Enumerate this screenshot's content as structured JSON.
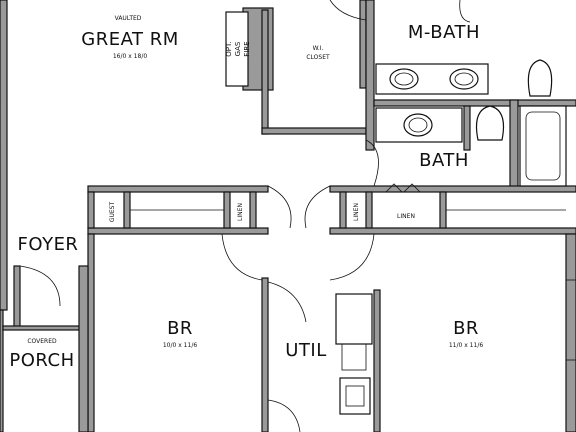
{
  "colors": {
    "wall_fill": "#9a9a9a",
    "line": "#111111",
    "background": "#ffffff"
  },
  "rooms": {
    "great_room": {
      "note": "VAULTED",
      "name": "GREAT RM",
      "size": "16/0 x 18/0"
    },
    "fireplace": {
      "line1": "OPT.",
      "line2": "GAS",
      "line3": "FIRE"
    },
    "walk_in_closet": {
      "line1": "W.I.",
      "line2": "CLOSET"
    },
    "master_bath": {
      "name": "M-BATH"
    },
    "bath": {
      "name": "BATH"
    },
    "guest_closet": {
      "name": "GUEST"
    },
    "linen_left": {
      "name": "LINEN"
    },
    "linen_right_vertical": {
      "name": "LINEN"
    },
    "linen_right": {
      "name": "LINEN"
    },
    "foyer": {
      "name": "FOYER"
    },
    "porch": {
      "note": "COVERED",
      "name": "PORCH"
    },
    "bedroom_left": {
      "name": "BR",
      "size": "10/0 x 11/6"
    },
    "utility": {
      "name": "UTIL"
    },
    "bedroom_right": {
      "name": "BR",
      "size": "11/0 x 11/6"
    }
  }
}
